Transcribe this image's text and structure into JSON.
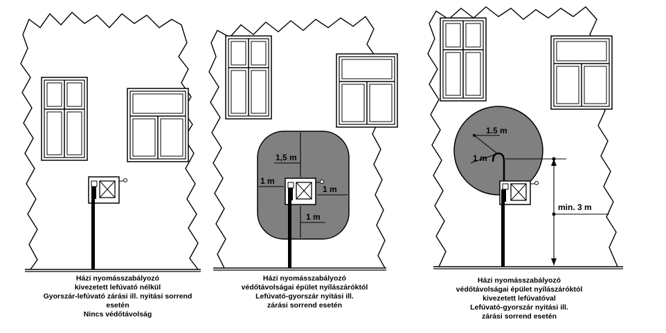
{
  "colors": {
    "wall": "#ffffff",
    "line": "#000000",
    "zone": "#808080"
  },
  "icons": [
    "regulator-box-icon",
    "gas-pipe-icon",
    "relief-vent-icon"
  ],
  "panels": [
    {
      "id": "panel-1",
      "dimensions": [],
      "caption": [
        "Házi nyomásszabályozó",
        "kivezetett lefúvató nélkül",
        "Gyorszár-lefúvató zárási ill. nyitási sorrend",
        "esetén",
        "Nincs védőtávolság"
      ]
    },
    {
      "id": "panel-2",
      "dimensions": [
        "1,5 m",
        "1 m",
        "1 m",
        "1 m"
      ],
      "caption": [
        "Házi nyomásszabályozó",
        "védőtávolságai épület nyílászáróktól",
        "Lefúvató-gyorszár nyitási ill.",
        "zárási sorrend esetén"
      ]
    },
    {
      "id": "panel-3",
      "dimensions": [
        "1.5 m",
        "1 m",
        "min. 3 m"
      ],
      "caption": [
        "Házi nyomásszabályozó",
        "védőtávolságai épület nyílászáróktól",
        "kivezetett lefúvatóval",
        "Lefúvató-gyorszár nyitási ill.",
        "zárási sorrend esetén"
      ]
    }
  ]
}
